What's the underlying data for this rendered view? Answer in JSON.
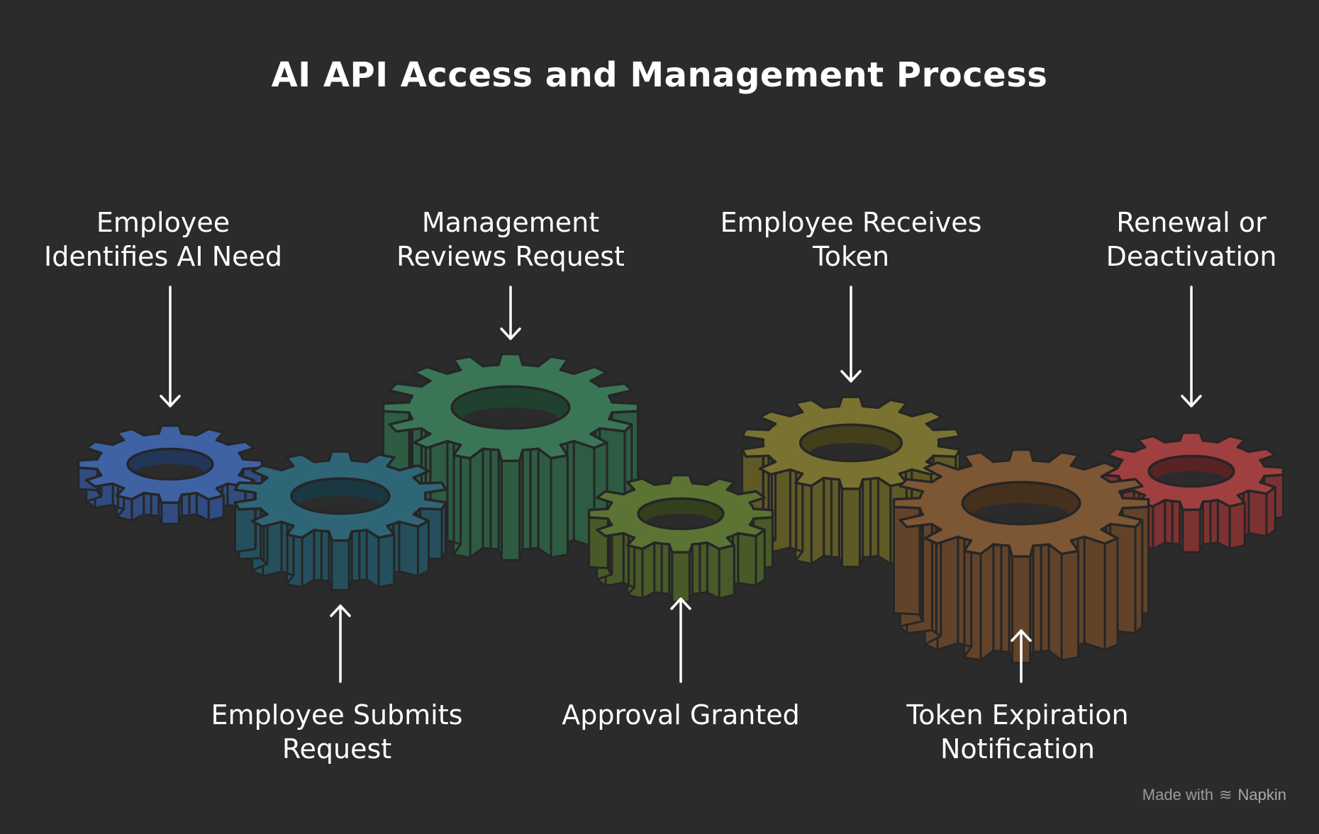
{
  "title": "AI API Access and Management Process",
  "steps": [
    {
      "label": "Employee\nIdentifies AI Need",
      "color": "#3e62a4",
      "position": "top"
    },
    {
      "label": "Employee Submits\nRequest",
      "color": "#2e6677",
      "position": "bottom"
    },
    {
      "label": "Management\nReviews Request",
      "color": "#3a7656",
      "position": "top"
    },
    {
      "label": "Approval Granted",
      "color": "#5c7433",
      "position": "bottom"
    },
    {
      "label": "Employee Receives\nToken",
      "color": "#7a7230",
      "position": "top"
    },
    {
      "label": "Token Expiration\nNotification",
      "color": "#7d5634",
      "position": "bottom"
    },
    {
      "label": "Renewal or\nDeactivation",
      "color": "#a03f3f",
      "position": "top"
    }
  ],
  "watermark": {
    "prefix": "Made with",
    "brand": "Napkin"
  }
}
